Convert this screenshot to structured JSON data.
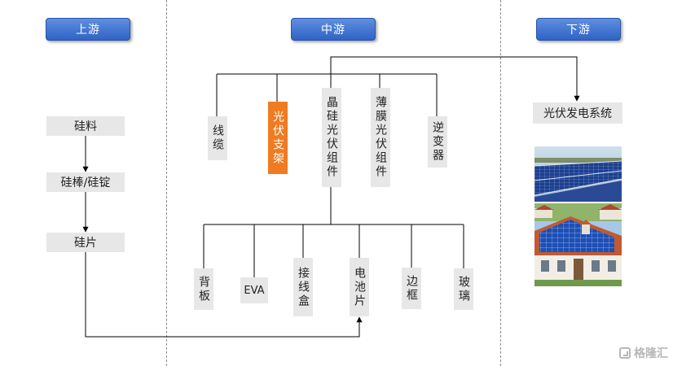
{
  "headers": {
    "upstream": "上游",
    "midstream": "中游",
    "downstream": "下游"
  },
  "upstream": {
    "silicon_material": "硅料",
    "silicon_rod_ingot": "硅棒/硅锭",
    "silicon_wafer": "硅片"
  },
  "midstream": {
    "top": {
      "cable": "线缆",
      "pv_bracket": "光伏支架",
      "crystalline_module": "晶硅光伏组件",
      "thin_film_module": "薄膜光伏组件",
      "inverter": "逆变器"
    },
    "bottom": {
      "backsheet": "背板",
      "eva": "EVA",
      "junction_box": "接线盒",
      "solar_cell": "电池片",
      "frame": "边框",
      "glass": "玻璃"
    }
  },
  "downstream": {
    "pv_power_system": "光伏发电系统"
  },
  "watermark": "格隆汇",
  "colors": {
    "header_blue": "#3a6fd0",
    "highlight_orange": "#ef7b22",
    "box_gray": "#e7e7e7"
  }
}
